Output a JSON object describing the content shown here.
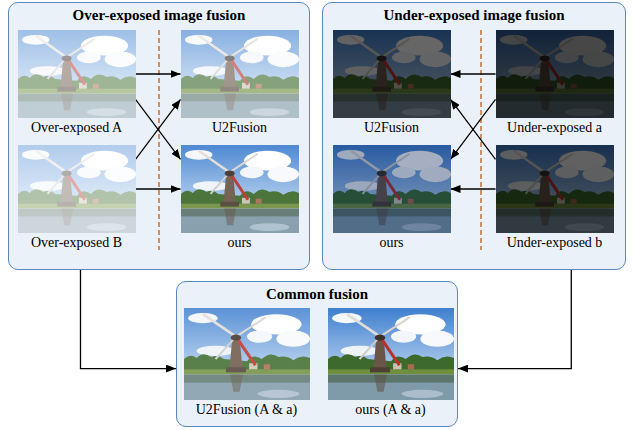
{
  "diagram": {
    "nodes": [
      {
        "text": [
          "Over-exposed image fusion"
        ]
      },
      {
        "text": [
          "Over-exposed A"
        ],
        "in": 0
      },
      {
        "text": [
          "U2Fusion"
        ],
        "in": 0
      },
      {
        "text": [
          "Over-exposed B"
        ],
        "in": 0
      },
      {
        "text": [
          "ours"
        ],
        "in": 0
      },
      {
        "text": [
          "Under-exposed image fusion"
        ]
      },
      {
        "text": [
          "U2Fusion"
        ],
        "in": 5
      },
      {
        "text": [
          "Under-exposed a"
        ],
        "in": 5
      },
      {
        "text": [
          "ours"
        ],
        "in": 5
      },
      {
        "text": [
          "Under-exposed b"
        ],
        "in": 5
      },
      {
        "text": [
          "Common fusion"
        ]
      },
      {
        "text": [
          "U2Fusion (A & a)"
        ],
        "in": 10
      },
      {
        "text": [
          "ours (A & a)"
        ],
        "in": 10
      }
    ],
    "edges": [
      {
        "from": 1,
        "to": 2,
        "arrow": "to"
      },
      {
        "from": 1,
        "to": 4,
        "arrow": "to"
      },
      {
        "from": 3,
        "to": 2,
        "arrow": "to"
      },
      {
        "from": 3,
        "to": 4,
        "arrow": "to"
      },
      {
        "from": 7,
        "to": 6,
        "arrow": "to"
      },
      {
        "from": 7,
        "to": 8,
        "arrow": "to"
      },
      {
        "from": 9,
        "to": 6,
        "arrow": "to"
      },
      {
        "from": 9,
        "to": 8,
        "arrow": "to"
      },
      {
        "from": 0,
        "to": 10,
        "arrow": "to"
      },
      {
        "from": 5,
        "to": 10,
        "arrow": "to"
      }
    ]
  }
}
